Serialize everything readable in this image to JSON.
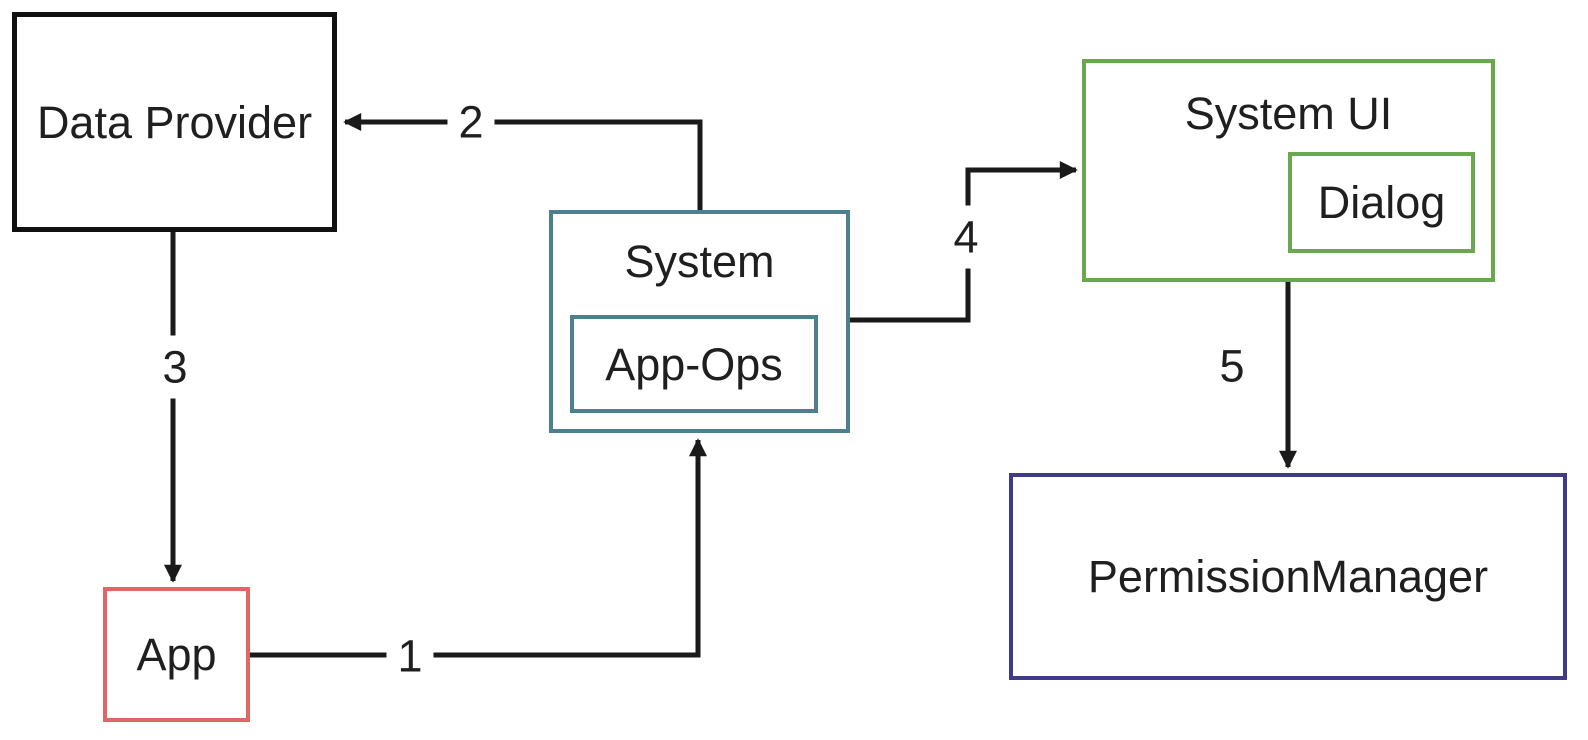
{
  "colors": {
    "background": "#ffffff",
    "line": "#1a1a1a",
    "text": "#1f1f1f",
    "data_provider_border": "#111111",
    "app_border": "#e06666",
    "system_border": "#4d7f8e",
    "system_ui_border": "#6aa84f",
    "permission_manager_border": "#3f3a8a"
  },
  "nodes": {
    "data_provider": {
      "label": "Data Provider"
    },
    "app": {
      "label": "App"
    },
    "system": {
      "label": "System"
    },
    "app_ops": {
      "label": "App-Ops"
    },
    "system_ui": {
      "label": "System UI"
    },
    "dialog": {
      "label": "Dialog"
    },
    "permission_manager": {
      "label": "PermissionManager"
    }
  },
  "edges": [
    {
      "label": "1",
      "from": "App",
      "to": "System"
    },
    {
      "label": "2",
      "from": "System",
      "to": "Data Provider"
    },
    {
      "label": "3",
      "from": "Data Provider",
      "to": "App"
    },
    {
      "label": "4",
      "from": "System",
      "to": "System UI"
    },
    {
      "label": "5",
      "from": "System UI",
      "to": "PermissionManager"
    }
  ]
}
